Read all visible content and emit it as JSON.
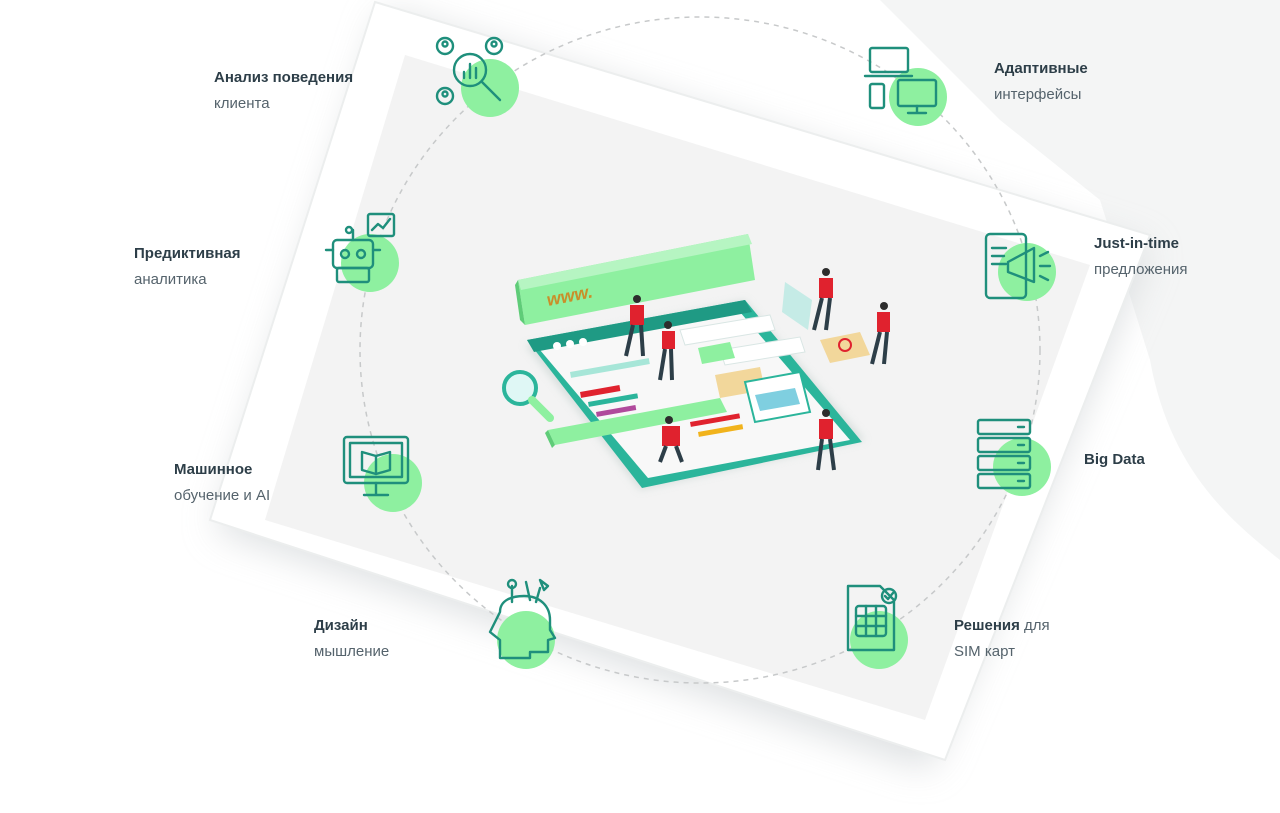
{
  "colors": {
    "accent_green": "#8ef0a0",
    "icon_teal": "#1f8f7c",
    "text_dark": "#2d3e48",
    "text_light": "#55636c",
    "figure_red": "#e0222e"
  },
  "center_illustration": {
    "url_banner_text": "www."
  },
  "features": [
    {
      "title": "Анализ поведения",
      "subtitle": "клиента",
      "icon": "customer-analytics-icon"
    },
    {
      "title": "Адаптивные",
      "subtitle": "интерфейсы",
      "icon": "responsive-devices-icon"
    },
    {
      "title": "Предиктивная",
      "subtitle": "аналитика",
      "icon": "predictive-robot-icon"
    },
    {
      "title": "Just-in-time",
      "subtitle": "предложения",
      "icon": "mobile-megaphone-icon"
    },
    {
      "title": "Машинное",
      "subtitle": "обучение и AI",
      "icon": "machine-learning-monitor-icon"
    },
    {
      "title": "Big Data",
      "subtitle": "",
      "icon": "server-stack-icon"
    },
    {
      "title": "Дизайн",
      "subtitle": "мышление",
      "icon": "design-thinking-head-icon"
    },
    {
      "title": "Решения",
      "title_suffix": " для",
      "subtitle": "SIM карт",
      "icon": "sim-card-icon"
    }
  ]
}
